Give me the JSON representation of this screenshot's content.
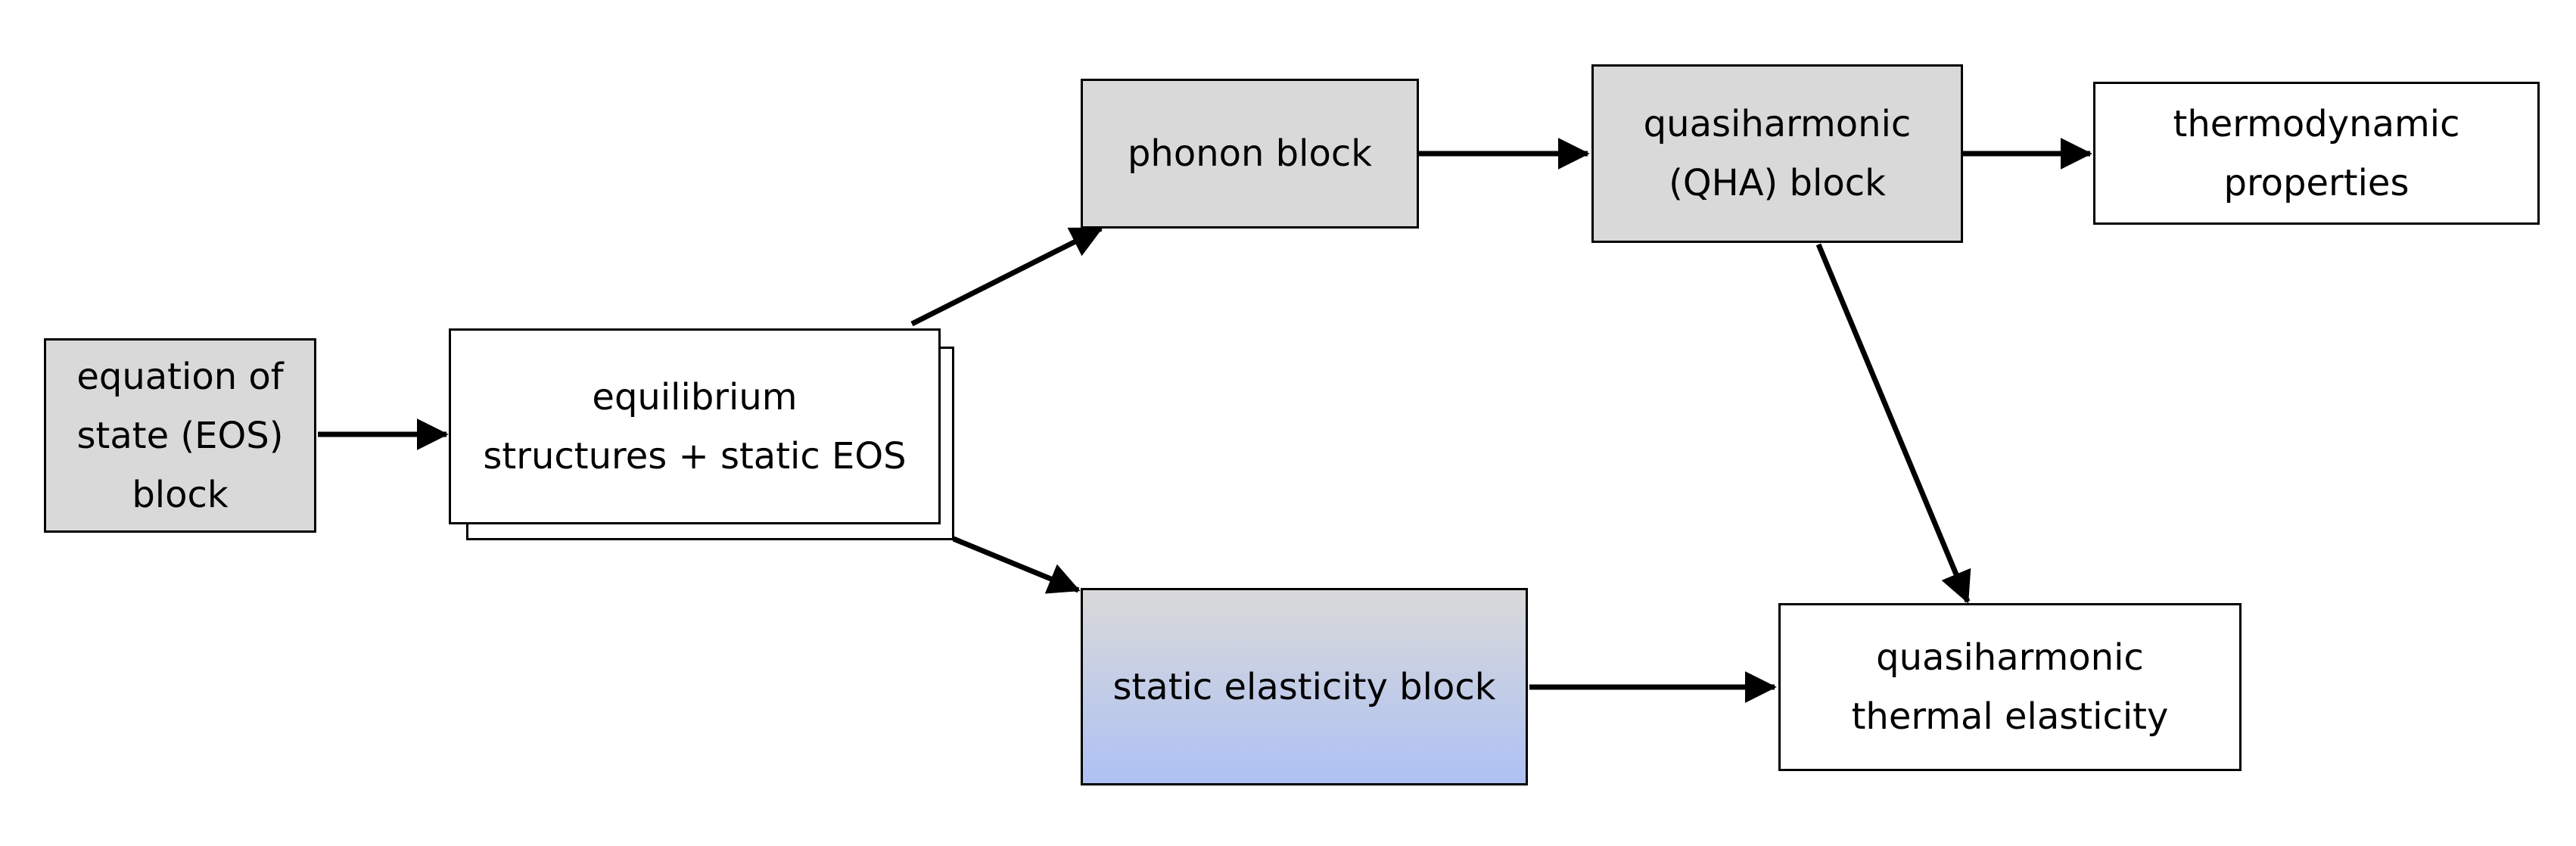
{
  "colors": {
    "gray_block": "#d9d9d9",
    "blue_block_bottom": "#aec1f4",
    "white_block": "#ffffff",
    "stroke": "#000000"
  },
  "nodes": {
    "eos_block": {
      "line1": "equation of",
      "line2": "state (EOS)",
      "line3": "block"
    },
    "equilibrium_structures": {
      "line1": "equilibrium",
      "line2": "structures + static EOS"
    },
    "phonon_block": {
      "line1": "phonon block"
    },
    "qha_block": {
      "line1": "quasiharmonic",
      "line2": "(QHA) block"
    },
    "thermodynamic_properties": {
      "line1": "thermodynamic",
      "line2": "properties"
    },
    "static_elasticity_block": {
      "line1": "static elasticity block"
    },
    "thermal_elasticity": {
      "line1": "quasiharmonic",
      "line2": "thermal elasticity"
    }
  }
}
